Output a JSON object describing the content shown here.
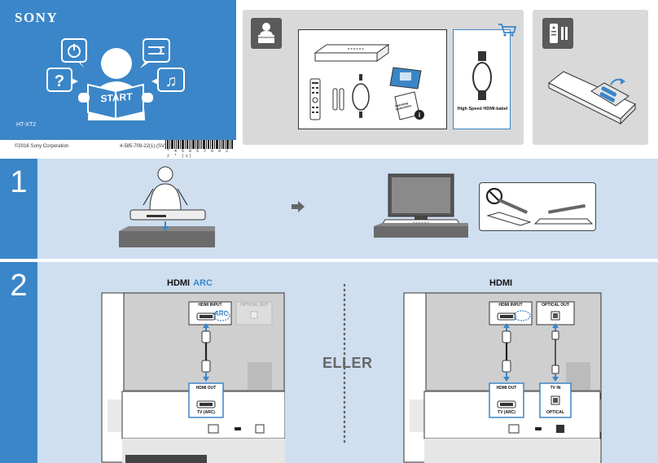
{
  "cover": {
    "brand": "SONY",
    "model": "HT-XT2",
    "start_label": "START",
    "copyright": "©2016 Sony Corporation",
    "part_number": "4-585-709-22(1) (SV)",
    "barcode_text": "* 4 5 8 5 7 0 9 2 2 * (1)"
  },
  "box_contents": {
    "cable_label": "High Speed HDMI-kabel",
    "manual_label": "Operating Instructions"
  },
  "step1": {
    "number": "1"
  },
  "step2": {
    "number": "2",
    "left_heading": "HDMI",
    "left_heading_accent": "ARC",
    "right_heading": "HDMI",
    "or_label": "ELLER",
    "tv_hdmi_input_label": "HDMI INPUT",
    "tv_optical_out_label": "OPTICAL OUT",
    "arc_label": "ARC",
    "device_hdmi_out_label": "HDMI OUT",
    "device_tv_arc_label": "TV (ARC)",
    "device_tv_in_label": "TV IN",
    "device_optical_label": "OPTICAL"
  },
  "colors": {
    "accent": "#3b86c8",
    "band": "#cfdff0",
    "panel": "#d9d9d9"
  }
}
